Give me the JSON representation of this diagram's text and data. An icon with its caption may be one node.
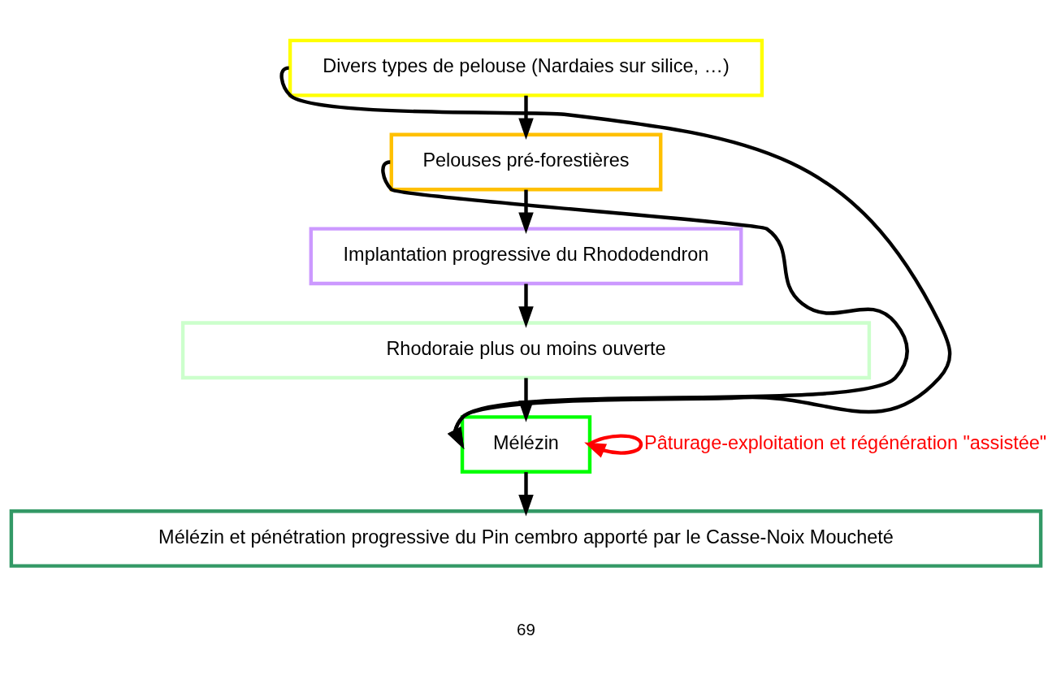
{
  "diagram": {
    "nodes": [
      {
        "text": [
          "Divers types de pelouse (Nardaies sur silice, …)"
        ]
      },
      {
        "text": [
          "Pelouses pré-forestières"
        ]
      },
      {
        "text": [
          "Implantation progressive du Rhododendron"
        ]
      },
      {
        "text": [
          "Rhodoraie plus ou moins ouverte"
        ]
      },
      {
        "text": [
          "Mélézin"
        ]
      },
      {
        "text": [
          "Mélézin et pénétration progressive du Pin cembro apporté par le Casse-Noix Moucheté"
        ]
      }
    ],
    "edges": [
      {
        "from": 0,
        "to": 1,
        "arrow": "to"
      },
      {
        "from": 1,
        "to": 2,
        "arrow": "to"
      },
      {
        "from": 2,
        "to": 3,
        "arrow": "to"
      },
      {
        "from": 3,
        "to": 4,
        "arrow": "to"
      },
      {
        "from": 0,
        "to": 4,
        "arrow": "to"
      },
      {
        "from": 1,
        "to": 4,
        "arrow": "to"
      },
      {
        "from": 4,
        "to": 4,
        "arrow": "to",
        "label": "Pâturage-exploitation et régénération \"assistée\"",
        "color": "#ff0000"
      },
      {
        "from": 4,
        "to": 5,
        "arrow": "to"
      }
    ],
    "labels": [
      "69"
    ]
  }
}
